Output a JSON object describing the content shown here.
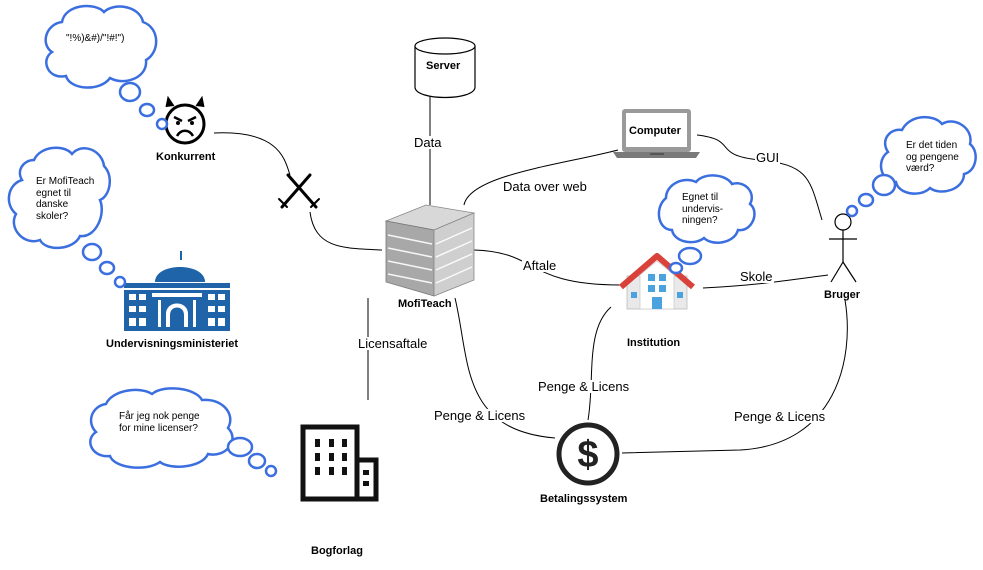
{
  "nodes": {
    "server": "Server",
    "computer": "Computer",
    "konkurrent": "Konkurrent",
    "mofiteach": "MofiTeach",
    "undervisningsministeriet": "Undervisningsministeriet",
    "institution": "Institution",
    "bruger": "Bruger",
    "betalingssystem": "Betalingssystem",
    "bogforlag": "Bogforlag"
  },
  "edges": {
    "data": "Data",
    "data_over_web": "Data over web",
    "gui": "GUI",
    "aftale": "Aftale",
    "skole": "Skole",
    "licensaftale": "Licensaftale",
    "penge_licens_left": "Penge & Licens",
    "penge_licens_mid": "Penge & Licens",
    "penge_licens_right": "Penge & Licens"
  },
  "thoughts": {
    "konkurrent": "\"!%)&#)/\"!#!\")",
    "ministeriet": [
      "Er MofiTeach",
      "egnet til",
      "danske",
      "skoler?"
    ],
    "institution": [
      "Egnet til",
      "undervis-",
      "ningen?"
    ],
    "bruger": [
      "Er det tiden",
      "og pengene",
      "værd?"
    ],
    "bogforlag": [
      "Får jeg nok penge",
      "for mine licenser?"
    ]
  },
  "colors": {
    "cloud_stroke": "#3b6fe0",
    "ministry_blue": "#1f64a8",
    "roof_red": "#d9423a",
    "window_blue": "#4aa3df"
  }
}
